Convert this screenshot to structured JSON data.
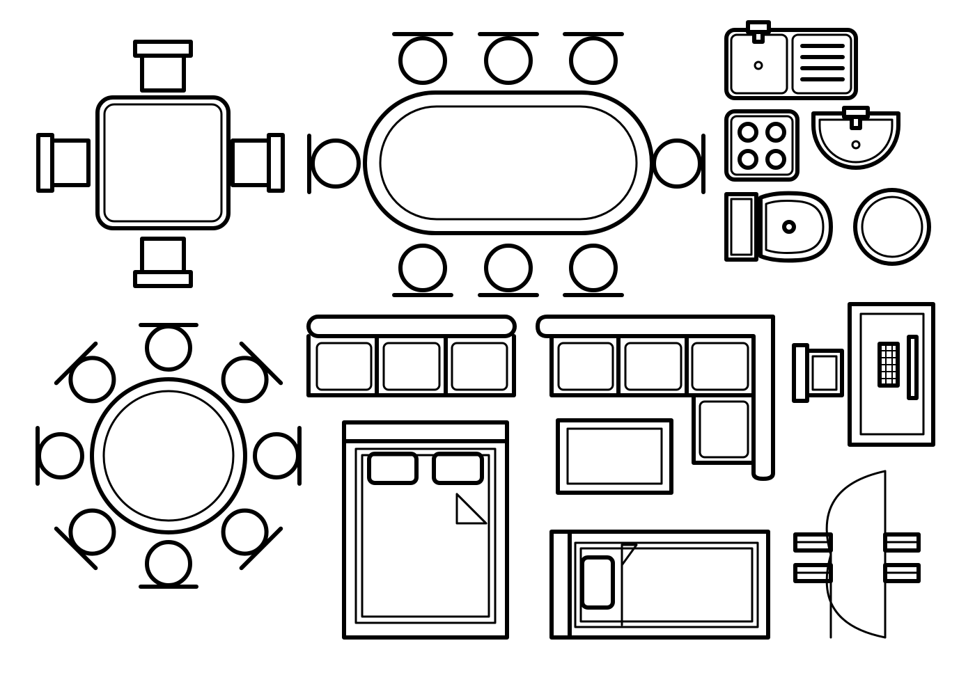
{
  "symbols": [
    {
      "name": "square-dining-table",
      "chairs": 4
    },
    {
      "name": "oval-dining-table",
      "chairs": 8
    },
    {
      "name": "kitchen-sink"
    },
    {
      "name": "cooktop",
      "burners": 4
    },
    {
      "name": "wash-basin"
    },
    {
      "name": "toilet"
    },
    {
      "name": "round-basin"
    },
    {
      "name": "round-dining-table",
      "chairs": 8
    },
    {
      "name": "three-seat-sofa",
      "seats": 3
    },
    {
      "name": "corner-sofa",
      "seats": 4
    },
    {
      "name": "desk-with-chair"
    },
    {
      "name": "double-bed",
      "pillows": 2
    },
    {
      "name": "coffee-table"
    },
    {
      "name": "single-bed",
      "pillows": 1
    },
    {
      "name": "door-swing"
    }
  ],
  "colors": {
    "stroke": "#000000",
    "background": "#ffffff"
  }
}
